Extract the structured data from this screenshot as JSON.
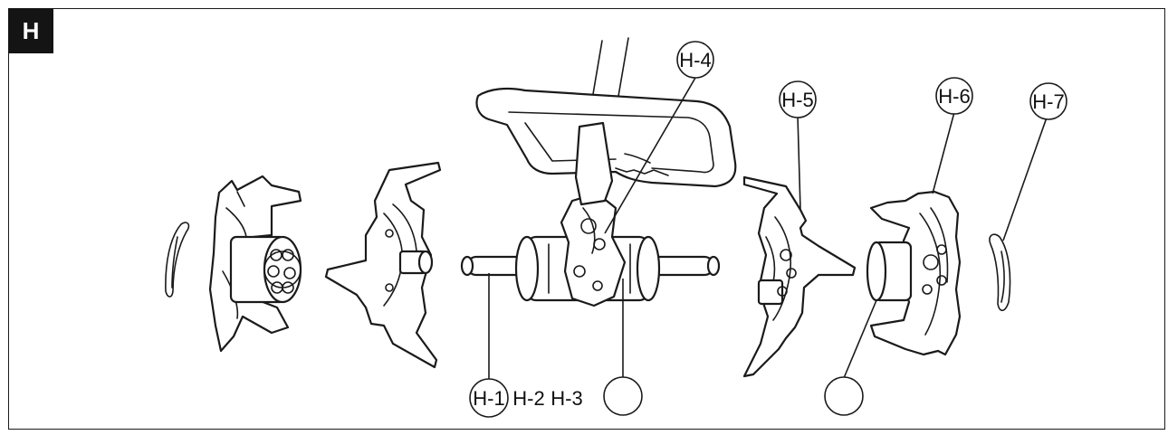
{
  "figure": {
    "badge": "H",
    "callouts": {
      "h1": "H-1",
      "h2": "H-2",
      "h3": "H-3",
      "h4": "H-4",
      "h5": "H-5",
      "h6": "H-6",
      "h7": "H-7"
    }
  }
}
